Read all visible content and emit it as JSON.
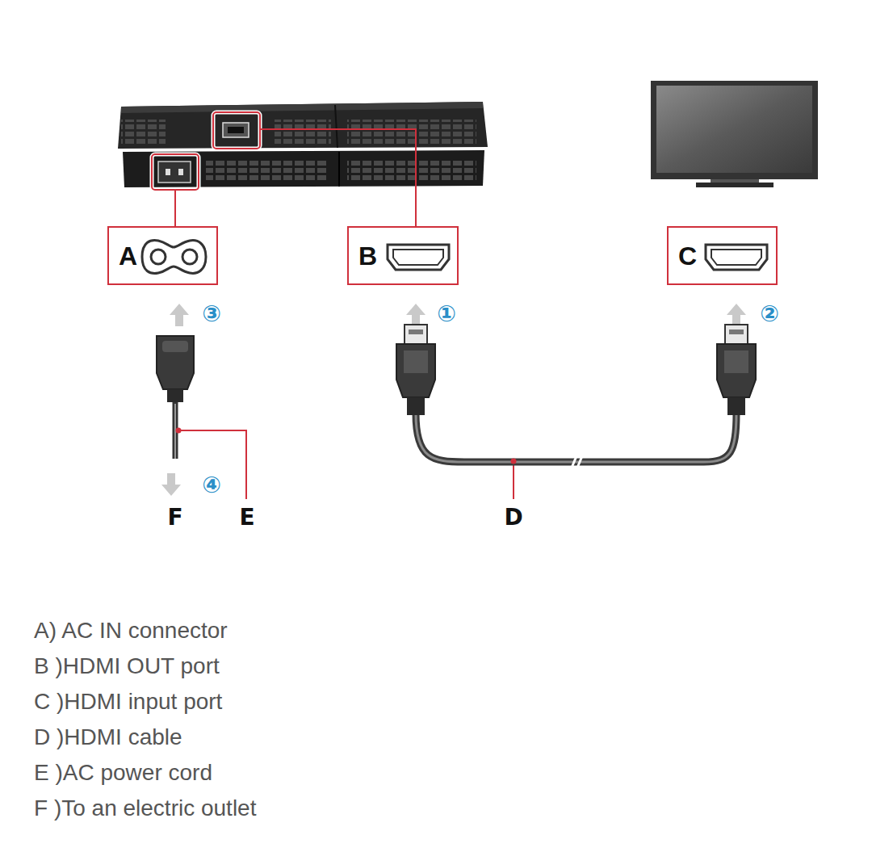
{
  "diagram": {
    "nodes": [
      {
        "text": [
          "A"
        ]
      },
      {
        "text": [
          "B"
        ]
      },
      {
        "text": [
          "C"
        ]
      }
    ],
    "labels": [
      "③",
      "①",
      "②",
      "④",
      "F",
      "E",
      "D",
      "A) AC IN connector",
      "B )HDMI OUT port",
      "C )HDMI input port",
      "D )HDMI cable",
      "E )AC power cord",
      "F )To an electric outlet"
    ]
  }
}
